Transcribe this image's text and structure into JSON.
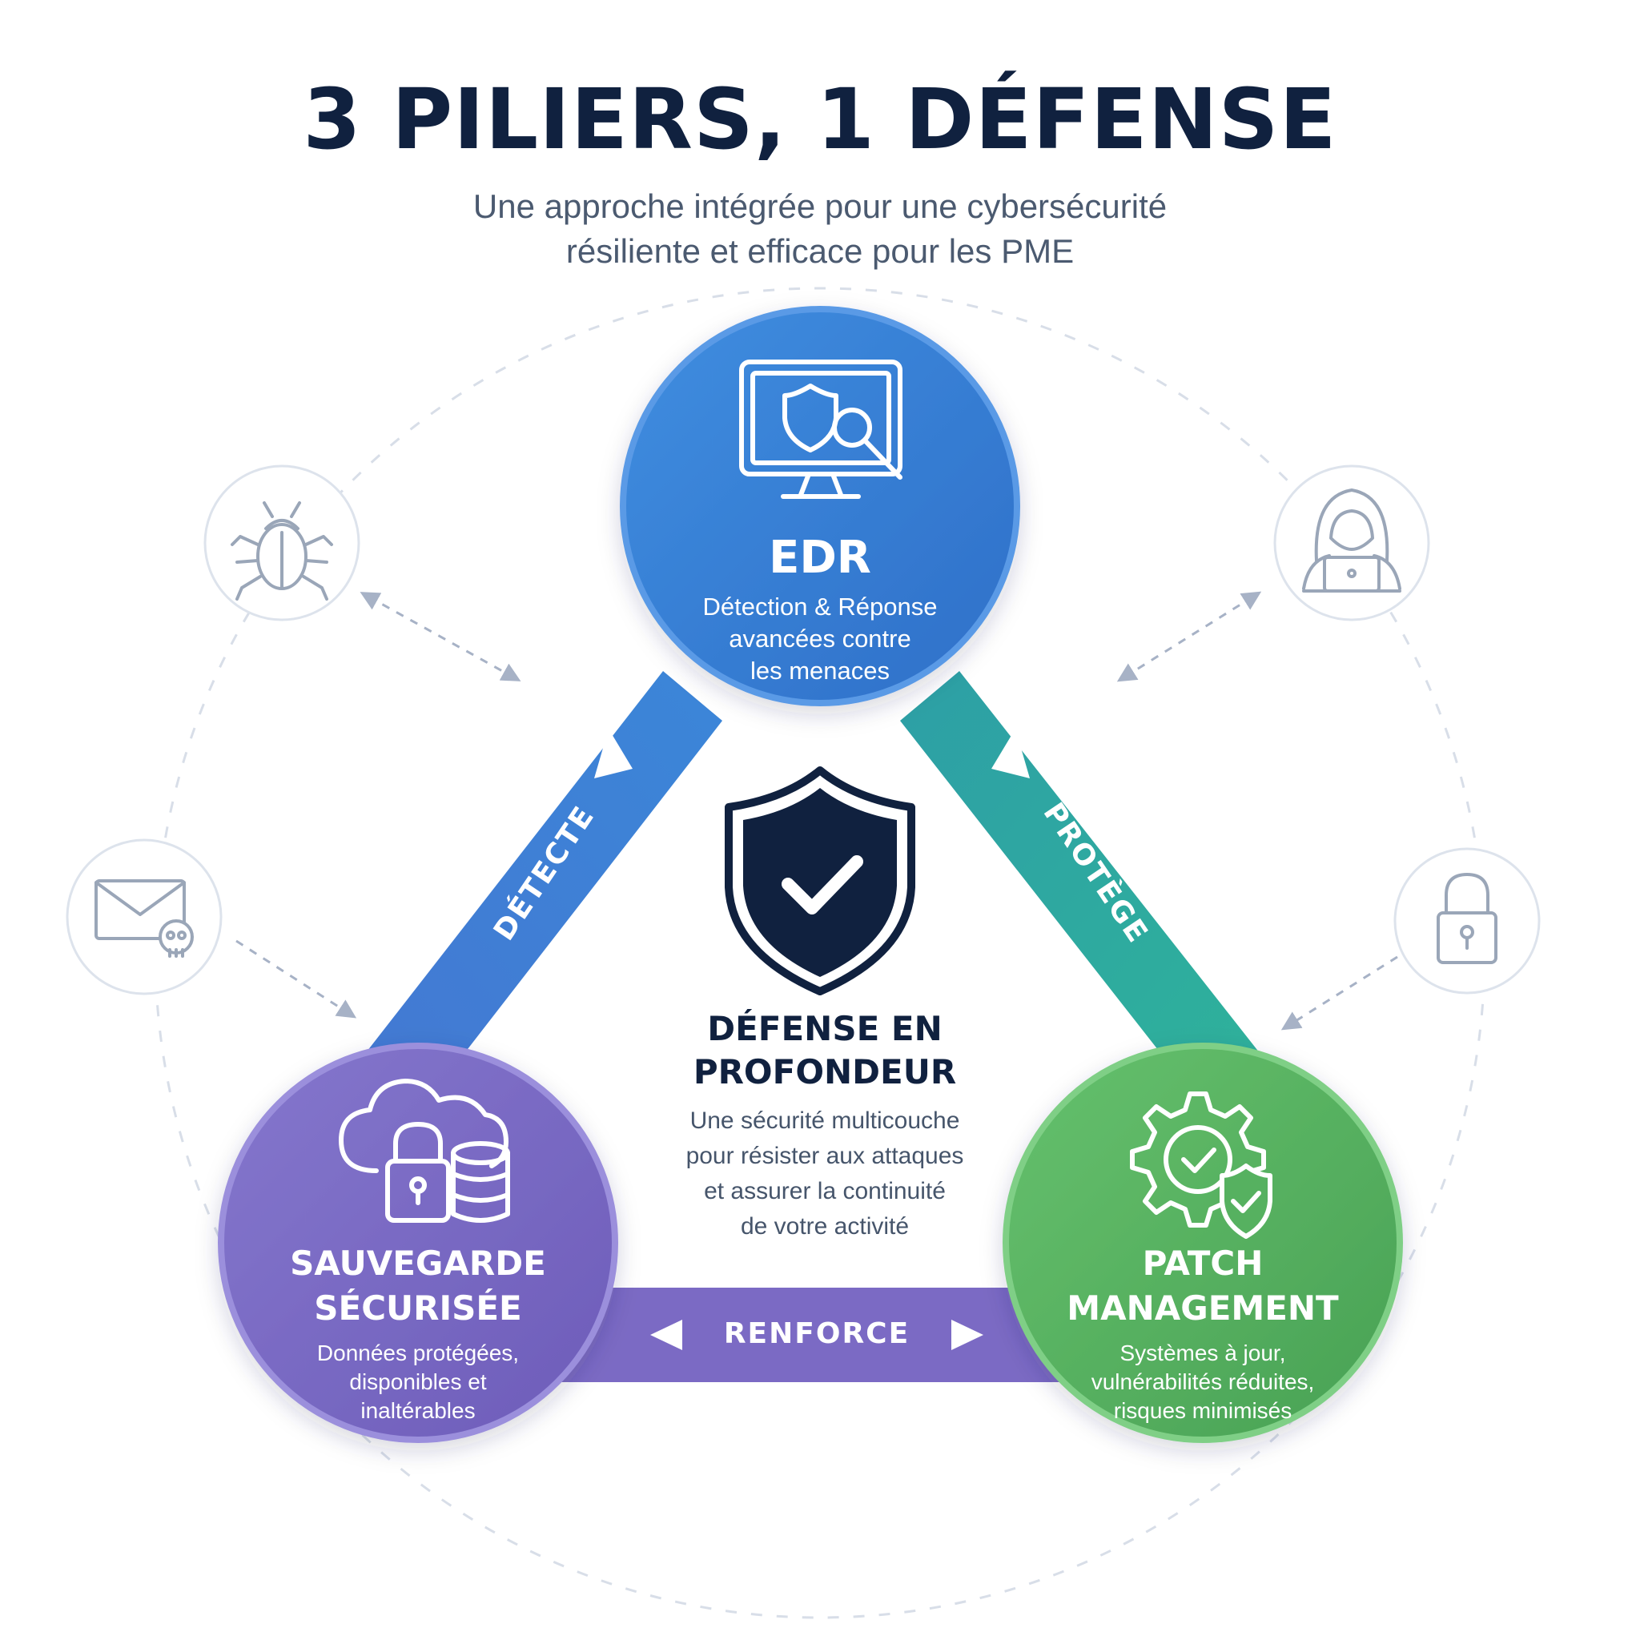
{
  "header": {
    "title": "3 PILIERS, 1 DÉFENSE",
    "subtitle_line1": "Une approche intégrée pour une cybersécurité",
    "subtitle_line2": "résiliente et efficace pour les PME"
  },
  "pillars": {
    "edr": {
      "title": "EDR",
      "desc": [
        "Détection & Réponse",
        "avancées contre",
        "les menaces"
      ],
      "color": "#3b7fd4",
      "icon": "monitor-shield-search-icon"
    },
    "backup": {
      "title": [
        "SAUVEGARDE",
        "SÉCURISÉE"
      ],
      "desc": [
        "Données protégées,",
        "disponibles et",
        "inaltérables"
      ],
      "color": "#7b6ac4",
      "icon": "cloud-lock-database-icon"
    },
    "patch": {
      "title": [
        "PATCH",
        "MANAGEMENT"
      ],
      "desc": [
        "Systèmes à jour,",
        "vulnérabilités réduites,",
        "risques minimisés"
      ],
      "color": "#56b160",
      "icon": "gear-shield-check-icon"
    }
  },
  "links": {
    "left": "DÉTECTE",
    "right": "PROTÈGE",
    "bottom": "RENFORCE"
  },
  "center": {
    "title": [
      "DÉFENSE EN",
      "PROFONDEUR"
    ],
    "desc": [
      "Une sécurité multicouche",
      "pour résister aux attaques",
      "et assurer la continuité",
      "de votre activité"
    ],
    "icon": "shield-check-icon"
  },
  "threats": [
    "bug-icon",
    "hacker-icon",
    "phishing-mail-icon",
    "padlock-icon"
  ],
  "colors": {
    "navy": "#10213f",
    "edr_blue": "#3b7fd4",
    "teal": "#2aa79c",
    "purple": "#7b6ac4",
    "green": "#56b160"
  }
}
